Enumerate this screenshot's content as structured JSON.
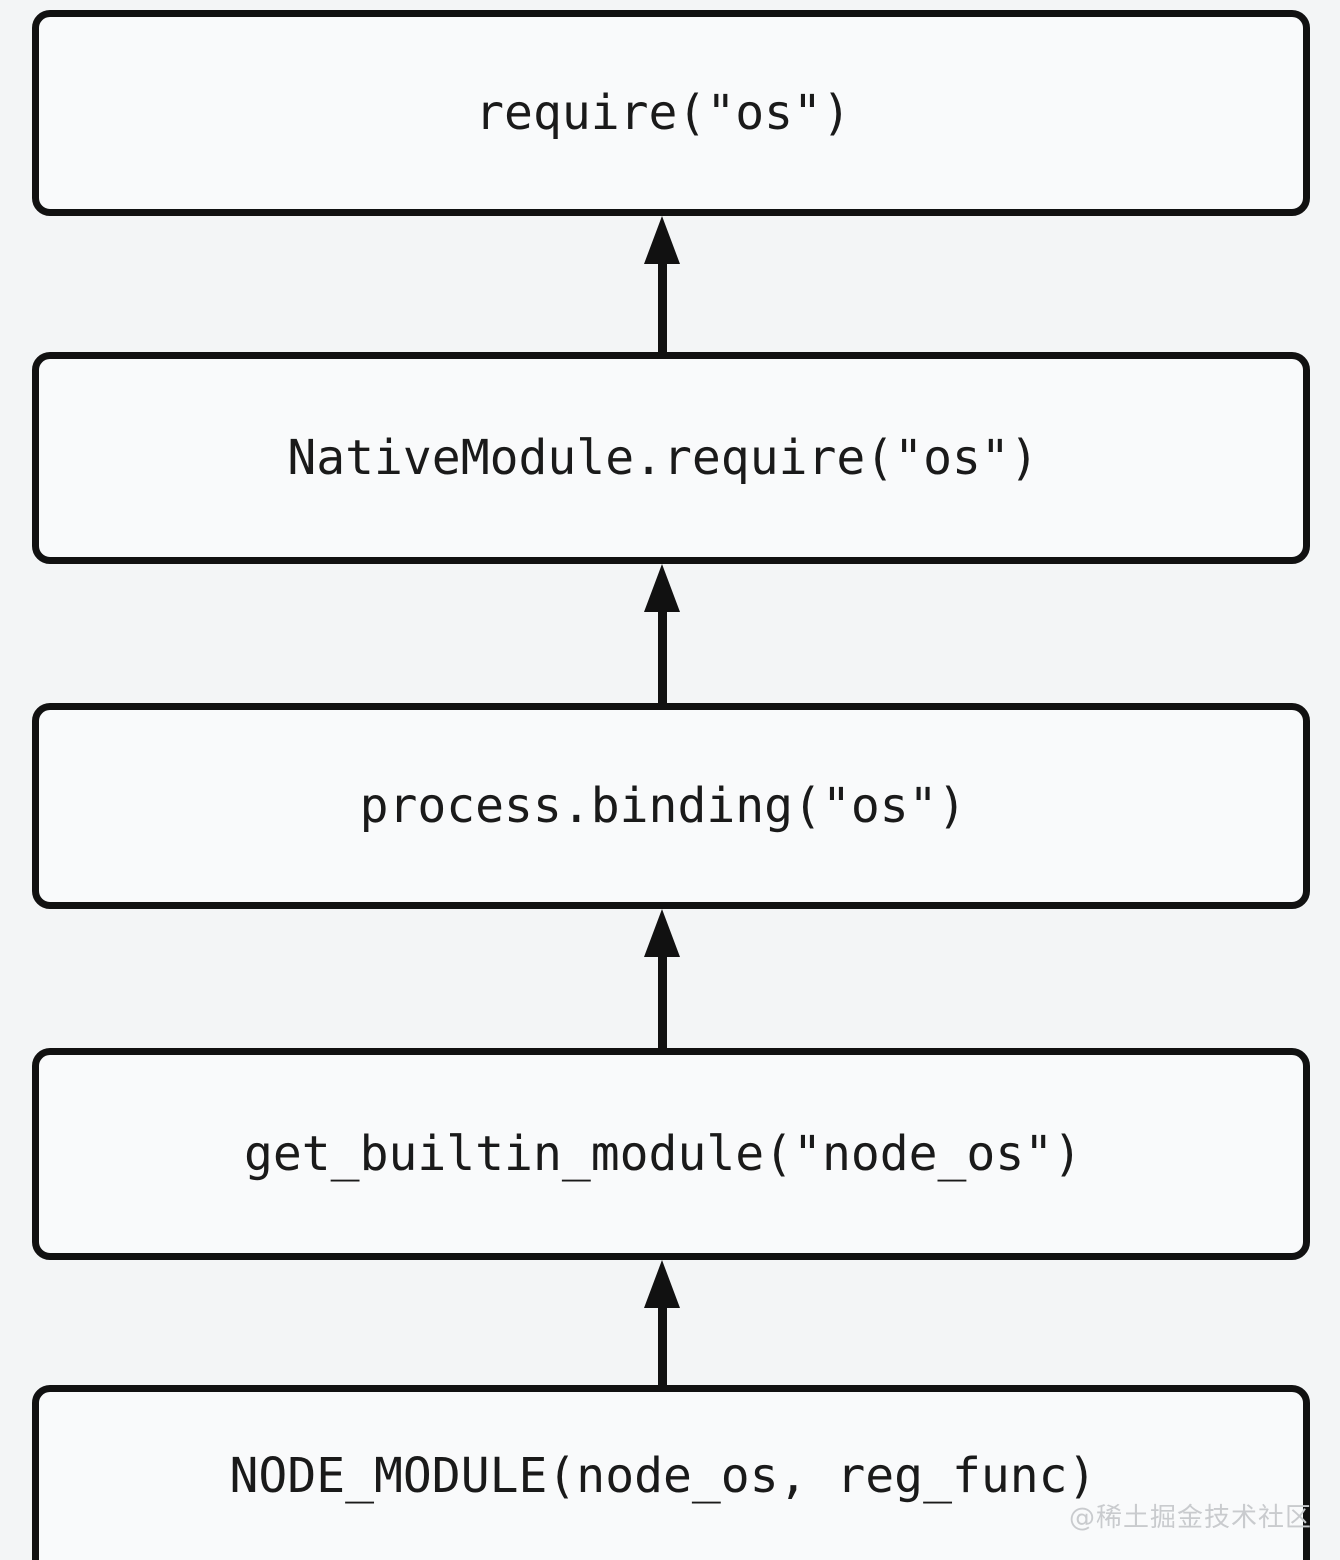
{
  "diagram": {
    "description": "Node.js built-in module require call flow, lowest layer at bottom, arrows pointing upward",
    "nodes": [
      {
        "id": "require",
        "label": "require(\"os\")"
      },
      {
        "id": "nativemodule-require",
        "label": "NativeModule.require(\"os\")"
      },
      {
        "id": "process-binding",
        "label": "process.binding(\"os\")"
      },
      {
        "id": "get-builtin-module",
        "label": "get_builtin_module(\"node_os\")"
      },
      {
        "id": "node-module-macro",
        "label": "NODE_MODULE(node_os, reg_func)"
      }
    ],
    "edges": [
      {
        "from": "nativemodule-require",
        "to": "require",
        "direction": "up"
      },
      {
        "from": "process-binding",
        "to": "nativemodule-require",
        "direction": "up"
      },
      {
        "from": "get-builtin-module",
        "to": "process-binding",
        "direction": "up"
      },
      {
        "from": "node-module-macro",
        "to": "get-builtin-module",
        "direction": "up"
      }
    ]
  },
  "watermark": {
    "text": "@稀土掘金技术社区"
  },
  "colors": {
    "page_bg": "#f3f5f6",
    "box_fill": "#f9fafb",
    "border": "#111111",
    "text": "#1a1a1a",
    "watermark": "#c9cbce"
  }
}
